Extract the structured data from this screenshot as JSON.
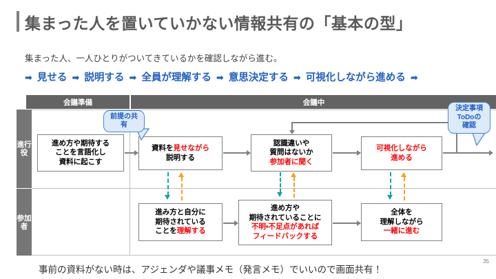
{
  "slide": {
    "title": "集まった人を置いていかない情報共有の「基本の型」",
    "lead": "集まった人、一人ひとりがついてきているかを確認しながら進む。",
    "page_number": "35",
    "footer": "事前の資料がない時は、アジェンダや議事メモ（発言メモ）でいいので画面共有！"
  },
  "sequence": {
    "arrow_glyph": "➡",
    "steps": [
      "見せる",
      "説明する",
      "全員が理解する",
      "意思決定する",
      "可視化しながら進める"
    ]
  },
  "table": {
    "column_headers": [
      "会議準備",
      "会議中"
    ],
    "row_labels": [
      "進行役",
      "参加者"
    ]
  },
  "boxes": {
    "fac1": {
      "lines": [
        {
          "text": "進め方や期待する",
          "color": "black"
        },
        {
          "text": "ことを言語化し",
          "color": "black"
        },
        {
          "text": "資料に起こす",
          "color": "black"
        }
      ]
    },
    "fac2": {
      "lines": [
        {
          "text": "資料を",
          "color": "black"
        },
        {
          "text": "見せながら",
          "color": "red"
        },
        {
          "text": "説明する",
          "color": "black"
        }
      ]
    },
    "fac3": {
      "lines": [
        {
          "text": "認識違いや",
          "color": "black"
        },
        {
          "text": "質問はないか",
          "color": "black"
        },
        {
          "text": "参加者に聞く",
          "color": "red"
        }
      ]
    },
    "fac4": {
      "lines": [
        {
          "text": "可視化しながら",
          "color": "red"
        },
        {
          "text": "進める",
          "color": "red"
        }
      ]
    },
    "par1": {
      "lines": [
        {
          "text": "進み方と自分に",
          "color": "black"
        },
        {
          "text": "期待されている",
          "color": "black"
        },
        {
          "text": "ことを",
          "color": "black"
        },
        {
          "text": "理解する",
          "color": "red"
        }
      ]
    },
    "par2": {
      "lines": [
        {
          "text": "進め方や",
          "color": "black"
        },
        {
          "text": "期待されていることに",
          "color": "black"
        },
        {
          "text": "不明・不足点があれば",
          "color": "red"
        },
        {
          "text": "フィードバックする",
          "color": "red"
        }
      ]
    },
    "par3": {
      "lines": [
        {
          "text": "全体を",
          "color": "black"
        },
        {
          "text": "理解しながら",
          "color": "black"
        },
        {
          "text": "一緒に進む",
          "color": "red"
        }
      ]
    }
  },
  "callouts": {
    "left": {
      "lines": [
        "前提の共",
        "有"
      ]
    },
    "right": {
      "lines": [
        "決定事項",
        "ToDoの",
        "確認"
      ]
    }
  },
  "colors": {
    "accent_blue": "#1f5fc4",
    "highlight_red": "#ff0000",
    "header_gray": "#636363",
    "rowlabel_gray": "#767676",
    "dash_teal": "#13a3a3",
    "dash_orange": "#f5a21e",
    "callout_fill": "#ddeaf7",
    "callout_border": "#4a86c8"
  }
}
